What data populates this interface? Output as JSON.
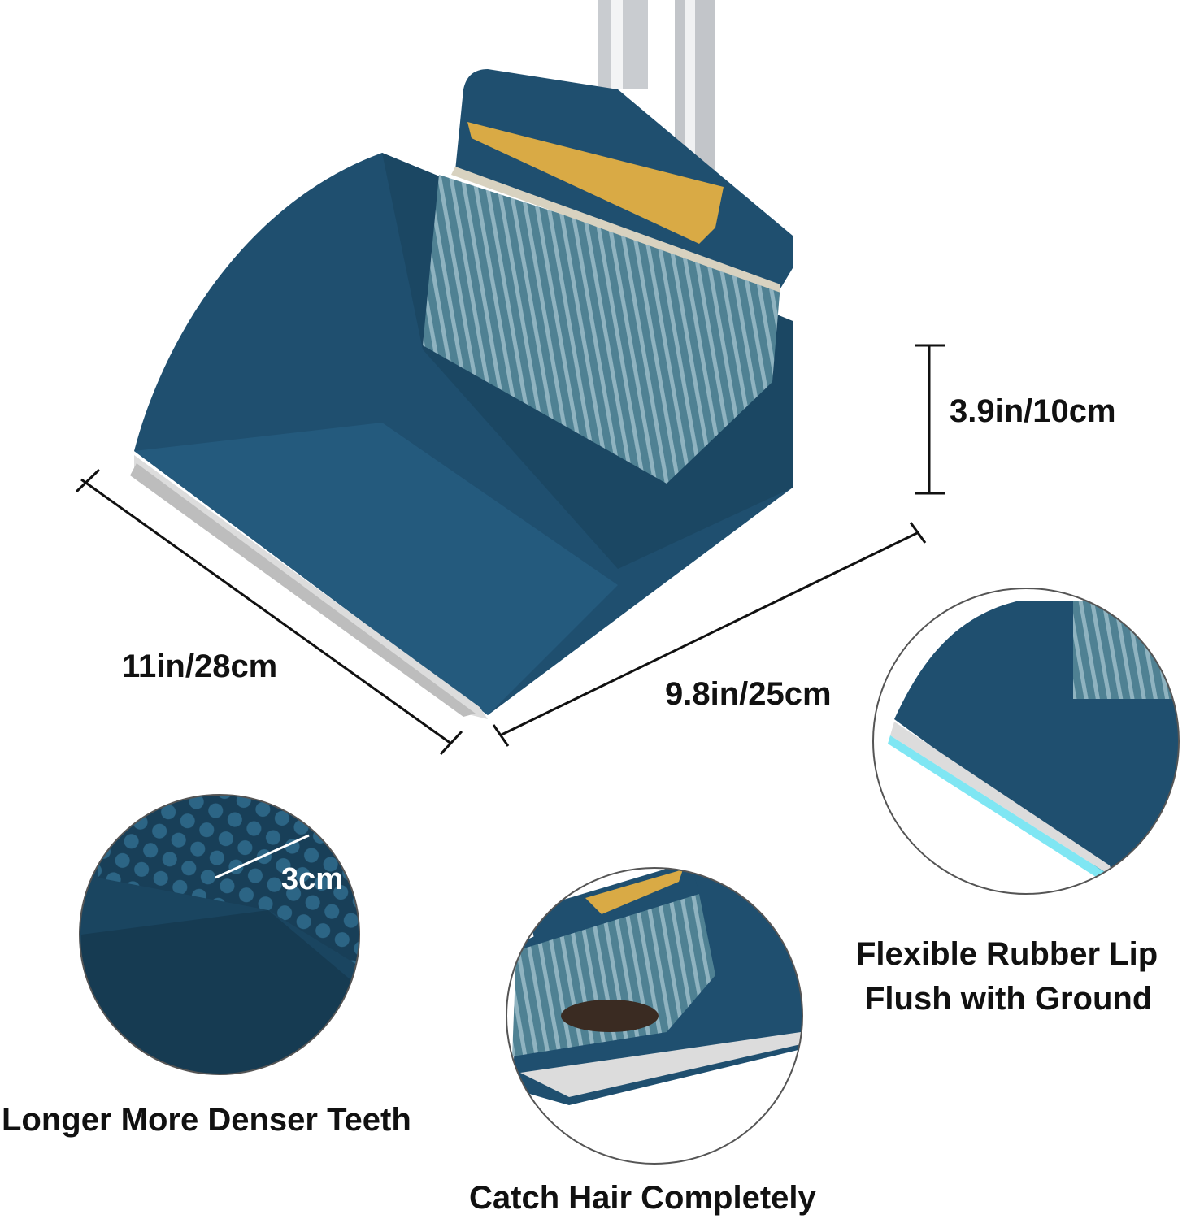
{
  "colors": {
    "dustpan": "#1f4f6f",
    "dustpan_dark": "#163d57",
    "rubber_lip": "#dcdcdc",
    "handle": "#c9ccd0",
    "accent_yellow": "#d9aa45",
    "bristles": "#5f8fa0",
    "highlight_cyan": "#5fe0f0"
  },
  "dimensions": {
    "height": "3.9in/10cm",
    "width": "11in/28cm",
    "depth": "9.8in/25cm",
    "teeth": "3cm"
  },
  "features": {
    "teeth": "Longer More Denser Teeth",
    "hair": "Catch Hair Completely",
    "lip_line1": "Flexible Rubber Lip",
    "lip_line2": "Flush with Ground"
  }
}
